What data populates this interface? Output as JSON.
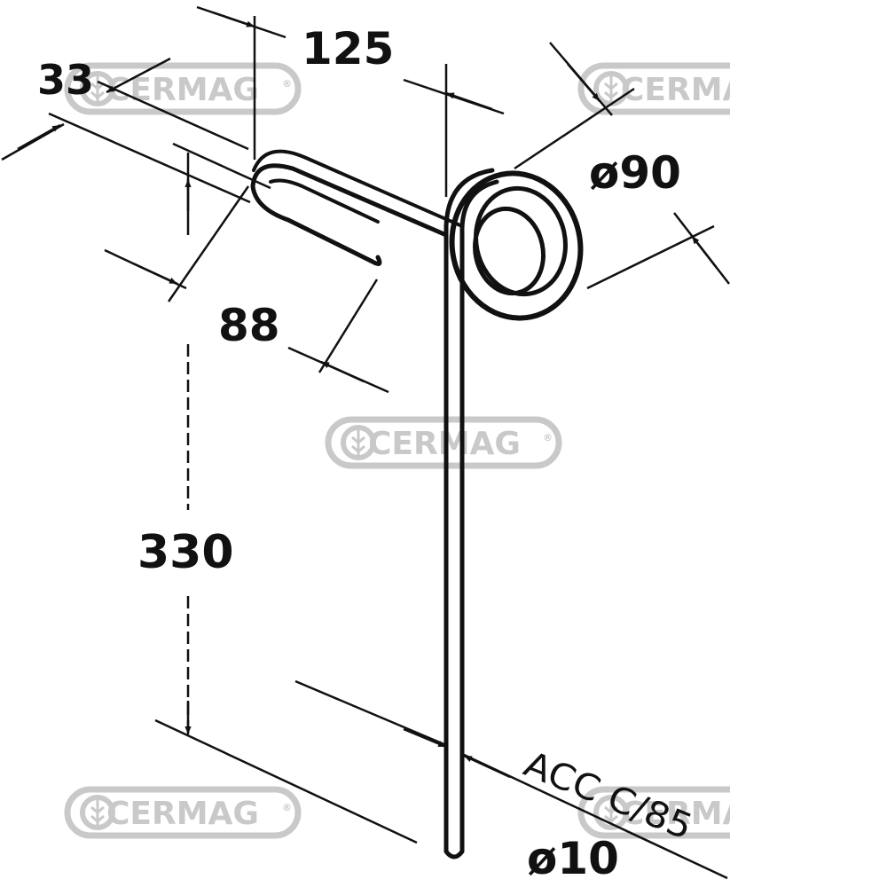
{
  "dimensions": {
    "offset": "33",
    "width": "125",
    "hook_length": "88",
    "height": "330",
    "coil_diameter": "ø90",
    "wire_diameter": "ø10"
  },
  "reference": "ACC C/85",
  "watermark": {
    "brand": "CERMAG",
    "reg": "®"
  },
  "colors": {
    "line": "#111111",
    "watermark": "#c9c9c9",
    "background": "#ffffff"
  }
}
